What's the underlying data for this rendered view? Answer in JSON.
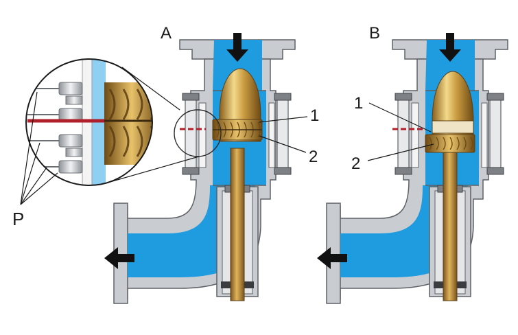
{
  "labels": {
    "valve_a": "A",
    "valve_b": "B",
    "a_part_1": "1",
    "a_part_2": "2",
    "b_part_1": "1",
    "b_part_2": "2",
    "detail_p": "P"
  },
  "colors": {
    "flow": "#1f9be0",
    "flow_dark": "#1279b8",
    "body": "#c9ccd0",
    "body_stroke": "#5d6166",
    "stem": "#b9873a",
    "stem_dark": "#7a5420",
    "plug_light": "#f0d27a",
    "plug_dark": "#8a5f1c",
    "seal_red": "#b0202a",
    "arrow": "#111111"
  },
  "icons": {
    "flow_arrow": "arrow-icon",
    "bolt": "bolt-icon"
  }
}
